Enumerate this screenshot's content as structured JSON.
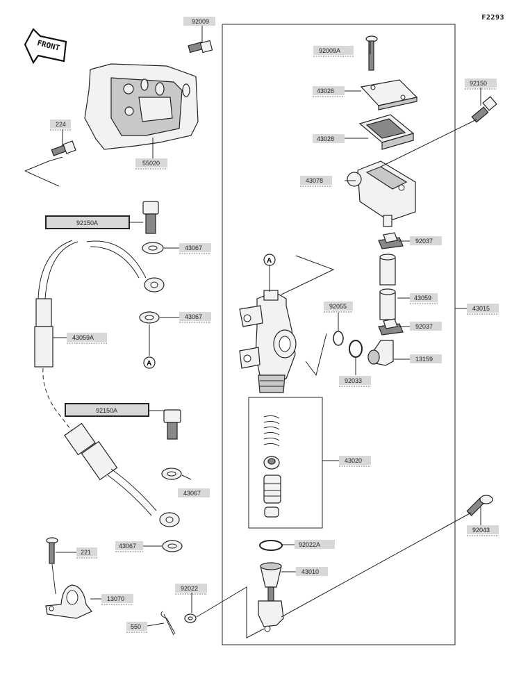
{
  "figure_code": "F2293",
  "front_label": "FRONT",
  "callout_marker": "A",
  "parts": {
    "bracket_bolt": "92009",
    "reservoir_screw": "92009A",
    "bolt_224": "224",
    "reservoir_cap": "43026",
    "diaphragm": "43028",
    "bolt_92150": "92150",
    "reservoir": "43078",
    "guard_bracket": "55020",
    "banjo_bolt_a": "92150A",
    "washer_1": "43067",
    "clamp_1": "92037",
    "washer_2": "43067",
    "hose_43059": "43059",
    "master_cylinder_assy": "43015",
    "o_ring": "92055",
    "hose_assy": "43059A",
    "clamp_2": "92037",
    "fitting": "13159",
    "circlip": "92033",
    "banjo_bolt_b": "92150A",
    "piston_kit": "43020",
    "washer_3": "43067",
    "screw_221": "221",
    "washer_4": "43067",
    "pin_92043": "92043",
    "snap_ring": "92022A",
    "push_rod": "43010",
    "washer_92022": "92022",
    "clamp_13070": "13070",
    "cotter_pin": "550"
  }
}
